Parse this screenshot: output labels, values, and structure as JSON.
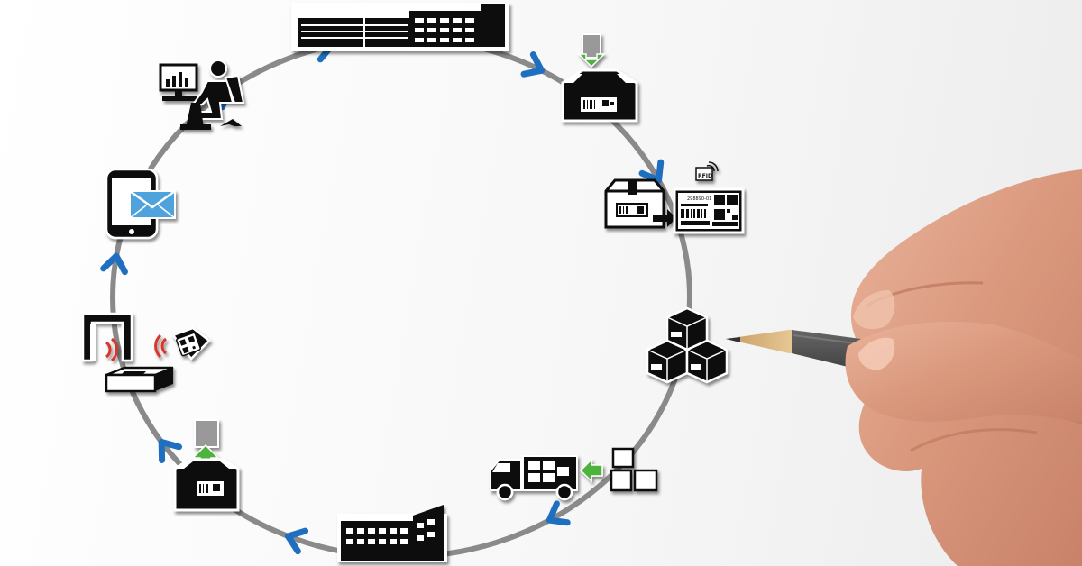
{
  "diagram": {
    "cycle_steps": [
      {
        "name": "distribution-warehouse"
      },
      {
        "name": "goods-packed-into-box"
      },
      {
        "name": "label-applied"
      },
      {
        "name": "boxes-stacked"
      },
      {
        "name": "loaded-onto-truck"
      },
      {
        "name": "arrival-warehouse"
      },
      {
        "name": "goods-unpacked-from-box"
      },
      {
        "name": "rfid-gate-and-scanner"
      },
      {
        "name": "email-notification"
      },
      {
        "name": "office-processing"
      }
    ],
    "labels": {
      "rfid_tag": "RFID",
      "shipping_label_code": "298890-01"
    },
    "colors": {
      "circle": "#8a8a8a",
      "arrow": "#1f6fc1",
      "icon": "#111111",
      "green_arrow": "#4db33d",
      "signal": "#d9342b",
      "email_blue": "#4fa3dd"
    }
  }
}
